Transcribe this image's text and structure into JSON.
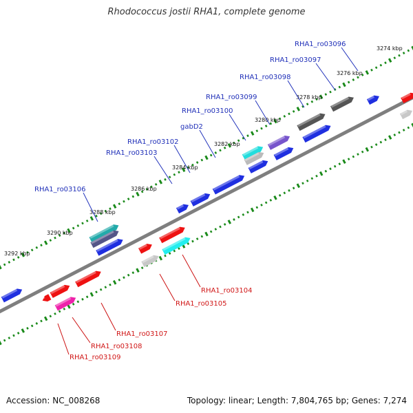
{
  "title": "Rhodococcus jostii RHA1, complete genome",
  "accession": "Accession: NC_008268",
  "summary": "Topology: linear; Length: 7,804,765 bp; Genes: 7,274",
  "colors": {
    "backbone": "#8a8a8a",
    "ticks": "#1a8a1a",
    "top_label": "#1f2fb8",
    "bottom_label": "#d01515"
  },
  "kbp_labels": [
    "3274 kbp",
    "3276 kbp",
    "3278 kbp",
    "3280 kbp",
    "3282 kbp",
    "3284 kbp",
    "3286 kbp",
    "3288 kbp",
    "3290 kbp",
    "3292 kbp"
  ],
  "top_genes": [
    {
      "label": "RHA1_ro03096"
    },
    {
      "label": "RHA1_ro03097"
    },
    {
      "label": "RHA1_ro03098"
    },
    {
      "label": "RHA1_ro03099"
    },
    {
      "label": "RHA1_ro03100"
    },
    {
      "label": "gabD2"
    },
    {
      "label": "RHA1_ro03102"
    },
    {
      "label": "RHA1_ro03103"
    },
    {
      "label": "RHA1_ro03106"
    }
  ],
  "bottom_genes": [
    {
      "label": "RHA1_ro03104"
    },
    {
      "label": "RHA1_ro03105"
    },
    {
      "label": "RHA1_ro03107"
    },
    {
      "label": "RHA1_ro03108"
    },
    {
      "label": "RHA1_ro03109"
    }
  ]
}
